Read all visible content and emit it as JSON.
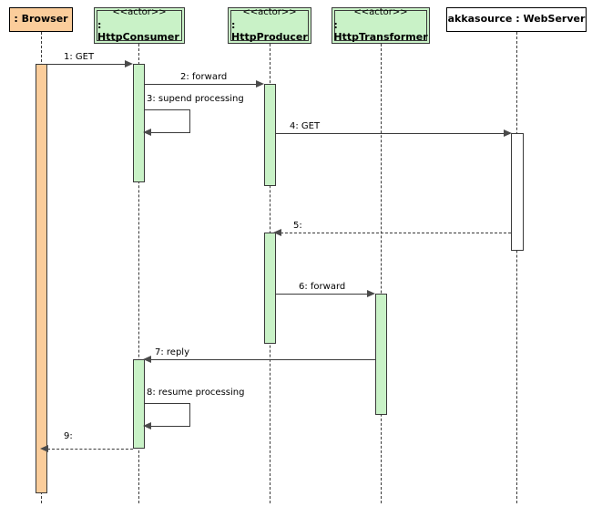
{
  "diagram": {
    "title": "UML Sequence Diagram",
    "colors": {
      "actor_fill": "#c9f2c7",
      "browser_fill": "#fbcd9b",
      "plain_fill": "#ffffff",
      "line": "#3a3a3a",
      "background": "#ffffff"
    }
  },
  "participants": [
    {
      "id": "browser",
      "kind": "object",
      "stereotype": "",
      "label": ": Browser",
      "fill": "#fbcd9b"
    },
    {
      "id": "httpconsumer",
      "kind": "actor",
      "stereotype": "<<actor>>",
      "label": ": HttpConsumer",
      "fill": "#c9f2c7"
    },
    {
      "id": "httpproducer",
      "kind": "actor",
      "stereotype": "<<actor>>",
      "label": ": HttpProducer",
      "fill": "#c9f2c7"
    },
    {
      "id": "httptransformer",
      "kind": "actor",
      "stereotype": "<<actor>>",
      "label": ": HttpTransformer",
      "fill": "#c9f2c7"
    },
    {
      "id": "webserver",
      "kind": "object",
      "stereotype": "",
      "label": "akkasource : WebServer",
      "fill": "#ffffff"
    }
  ],
  "messages": [
    {
      "seq": "1",
      "label": "1: GET",
      "from": "browser",
      "to": "httpconsumer",
      "style": "solid"
    },
    {
      "seq": "2",
      "label": "2: forward",
      "from": "httpconsumer",
      "to": "httpproducer",
      "style": "solid"
    },
    {
      "seq": "3",
      "label": "3: supend processing",
      "from": "httpconsumer",
      "to": "httpconsumer",
      "style": "self"
    },
    {
      "seq": "4",
      "label": "4: GET",
      "from": "httpproducer",
      "to": "webserver",
      "style": "solid"
    },
    {
      "seq": "5",
      "label": "5:",
      "from": "webserver",
      "to": "httpproducer",
      "style": "dashed"
    },
    {
      "seq": "6",
      "label": "6: forward",
      "from": "httpproducer",
      "to": "httptransformer",
      "style": "solid"
    },
    {
      "seq": "7",
      "label": "7: reply",
      "from": "httptransformer",
      "to": "httpconsumer",
      "style": "solid"
    },
    {
      "seq": "8",
      "label": "8: resume processing",
      "from": "httpconsumer",
      "to": "httpconsumer",
      "style": "self"
    },
    {
      "seq": "9",
      "label": "9:",
      "from": "httpconsumer",
      "to": "browser",
      "style": "dashed"
    }
  ]
}
